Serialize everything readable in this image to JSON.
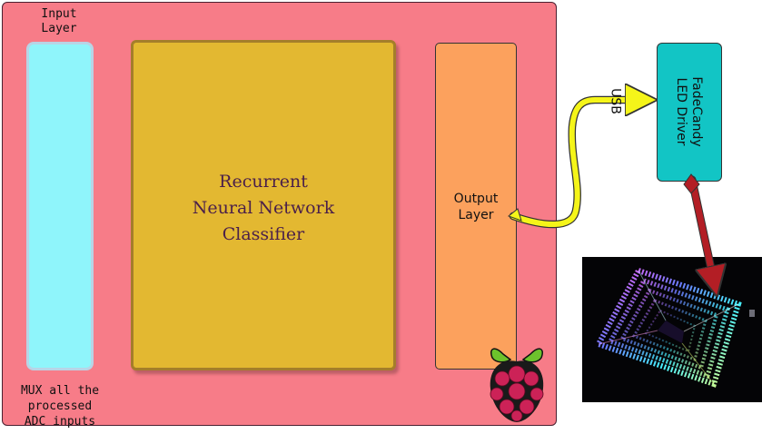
{
  "input_layer": {
    "title": "Input\nLayer",
    "note": "MUX all the\nprocessed\nADC inputs"
  },
  "rnn": {
    "label": "Recurrent\nNeural Network\nClassifier"
  },
  "output_layer": {
    "label": "Output\nLayer"
  },
  "fadecandy": {
    "label": "FadeCandy\nLED Driver"
  },
  "usb": {
    "label": "USB"
  },
  "icons": {
    "board_logo": "raspberry-pi-icon",
    "photo": "infinity-mirror-led-photo"
  },
  "colors": {
    "board": "#f77c88",
    "input_layer": "#8ff5fb",
    "rnn": "#e3b831",
    "output_layer": "#fca15d",
    "fadecandy": "#12c5c5",
    "usb_arrow": "#f5f519",
    "led_arrow": "#b31e25"
  }
}
